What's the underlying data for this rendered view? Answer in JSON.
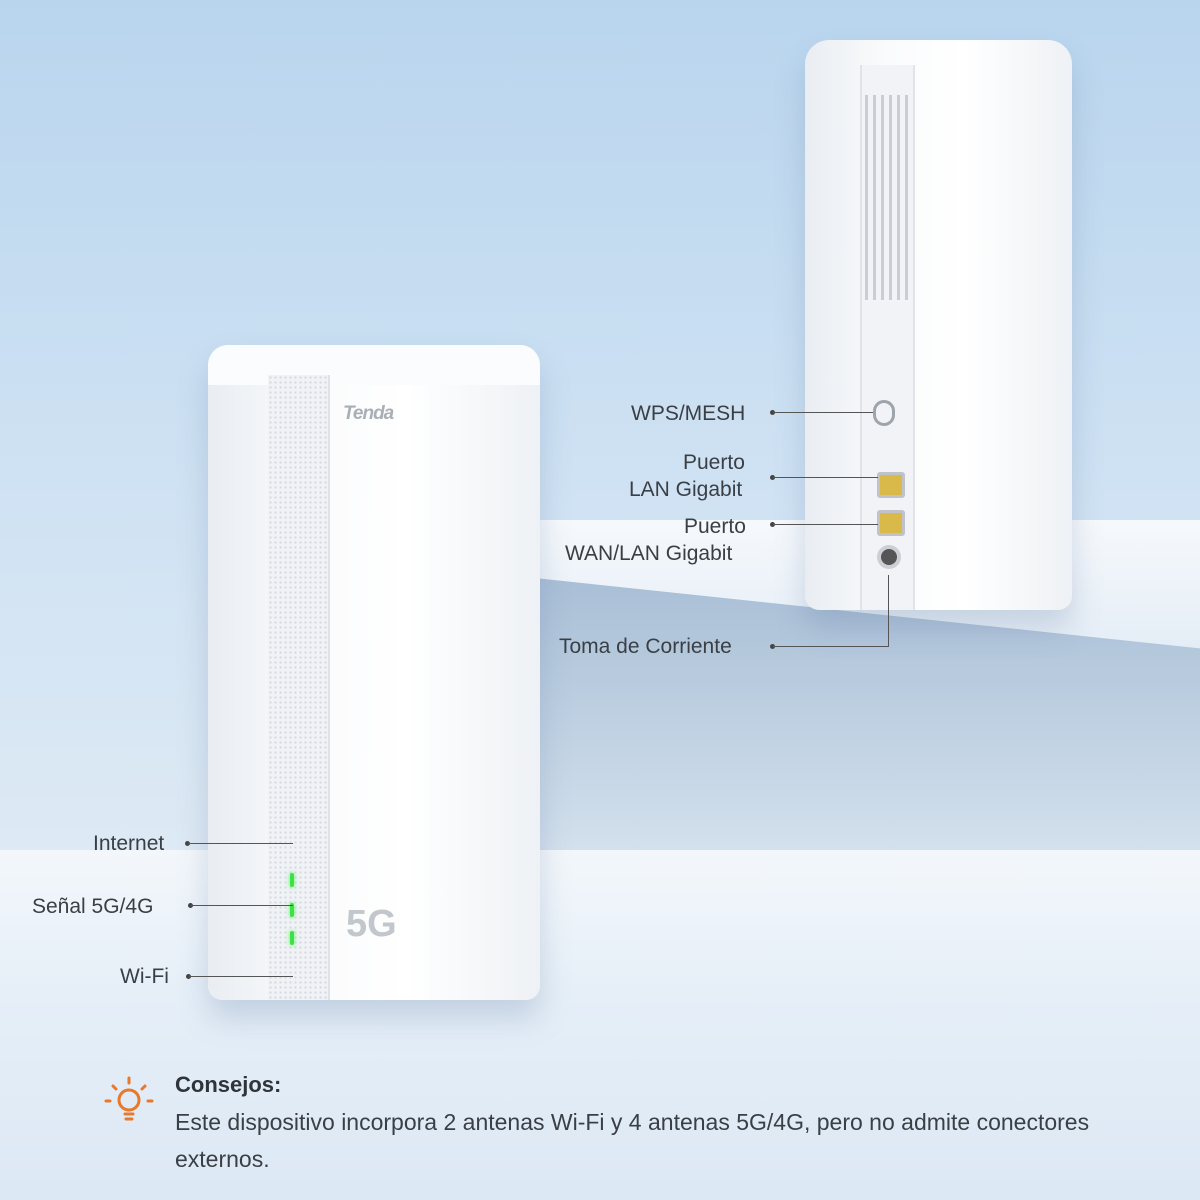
{
  "brand_logo": "Tenda",
  "badge_5g": "5G",
  "front_labels": {
    "internet": "Internet",
    "signal": "Señal 5G/4G",
    "wifi": "Wi-Fi"
  },
  "back_labels": {
    "wps": "WPS/MESH",
    "lan_line1": "Puerto",
    "lan_line2": "LAN Gigabit",
    "wan_line1": "Puerto",
    "wan_line2": "WAN/LAN Gigabit",
    "power": "Toma de Corriente"
  },
  "tip": {
    "icon": "lightbulb-icon",
    "title": "Consejos:",
    "body": "Este dispositivo incorpora 2 antenas Wi-Fi y 4 antenas 5G/4G, pero no admite conectores externos."
  },
  "colors": {
    "led": "#3ee04a",
    "tip_icon": "#e8782a",
    "port": "#d9b94a"
  }
}
